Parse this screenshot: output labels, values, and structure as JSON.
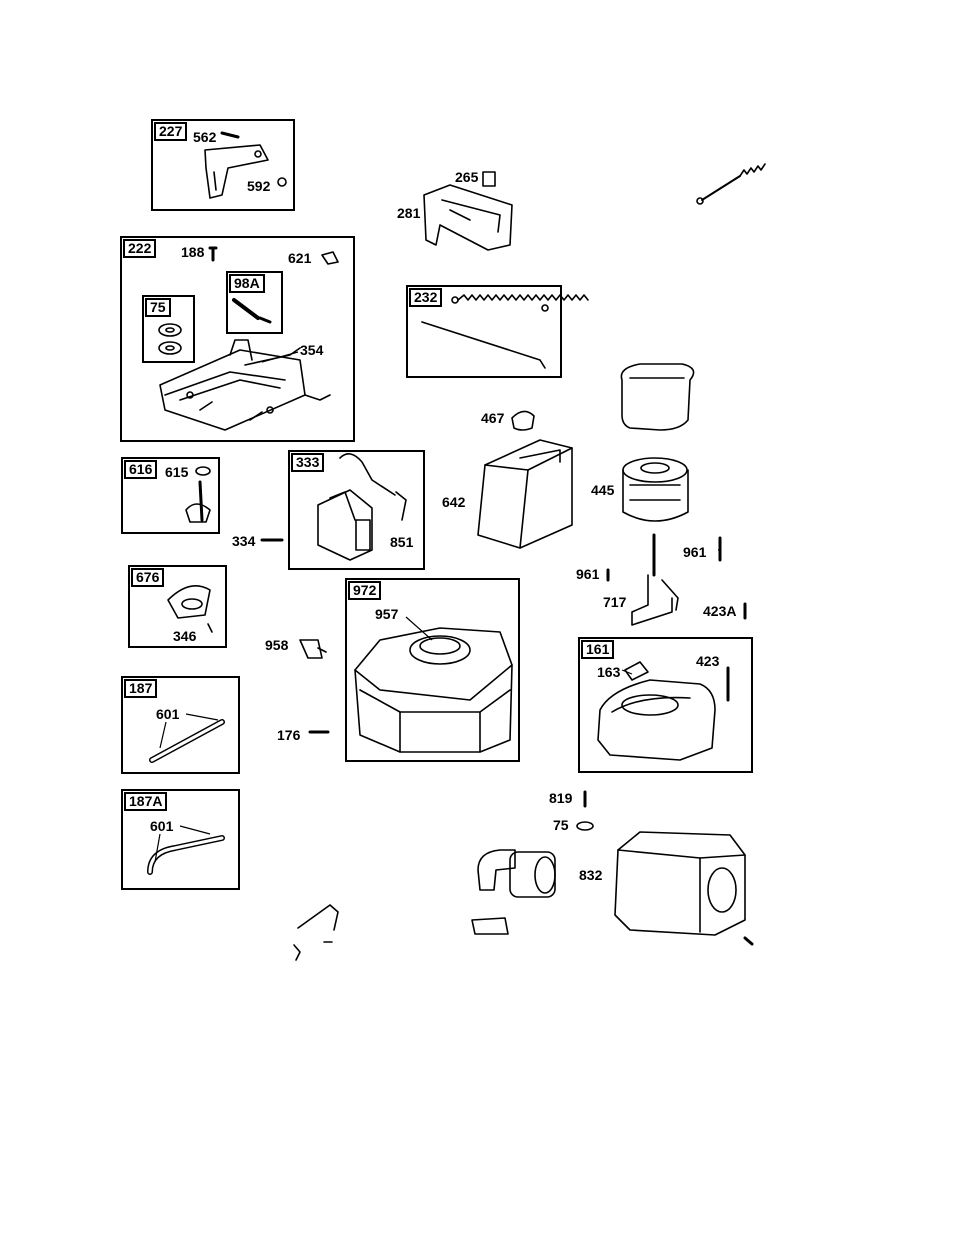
{
  "boxes": {
    "b227": "227",
    "b222": "222",
    "b98A": "98A",
    "b75": "75",
    "b232": "232",
    "b616": "616",
    "b333": "333",
    "b676": "676",
    "b972": "972",
    "b161": "161",
    "b187": "187",
    "b187A": "187A"
  },
  "labels": {
    "l562": "562",
    "l592": "592",
    "l188": "188",
    "l621": "621",
    "l354": "354",
    "l265": "265",
    "l281": "281",
    "l467": "467",
    "l642": "642",
    "l445": "445",
    "l615": "615",
    "l334": "334",
    "l851": "851",
    "l961a": "961",
    "l961b": "961",
    "l717": "717",
    "l423A": "423A",
    "l346": "346",
    "l958": "958",
    "l957": "957",
    "l163": "163",
    "l423": "423",
    "l601a": "601",
    "l176": "176",
    "l819": "819",
    "l75b": "75",
    "l601b": "601",
    "l832": "832"
  }
}
